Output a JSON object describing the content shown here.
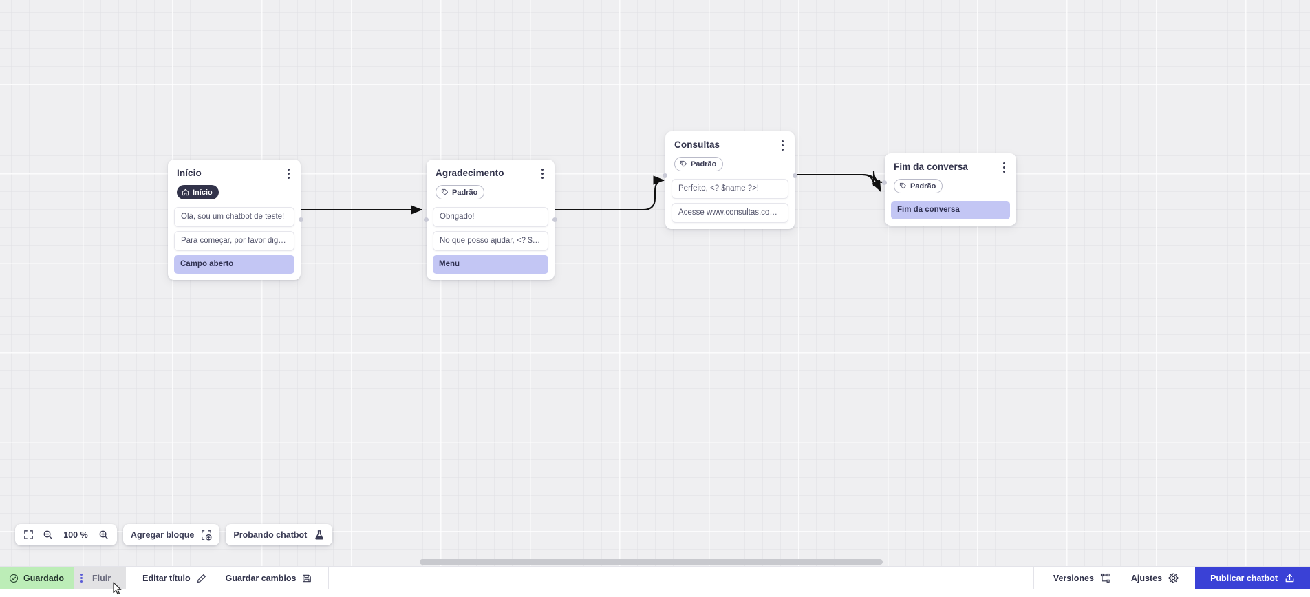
{
  "canvas": {
    "zoom_level": "100 %",
    "nodes": [
      {
        "id": "inicio",
        "title": "Início",
        "badge": {
          "label": "Início",
          "style": "dark",
          "icon": "home-icon"
        },
        "messages": [
          "Olá, sou um chatbot de teste!",
          "Para começar, por favor digite o ..."
        ],
        "chips": [
          "Campo aberto"
        ]
      },
      {
        "id": "agradecimento",
        "title": "Agradecimento",
        "badge": {
          "label": "Padrão",
          "style": "outline",
          "icon": "tag-icon"
        },
        "messages": [
          "Obrigado!",
          "No que posso ajudar, <? $name ..."
        ],
        "chips": [
          "Menu"
        ]
      },
      {
        "id": "consultas",
        "title": "Consultas",
        "badge": {
          "label": "Padrão",
          "style": "outline",
          "icon": "tag-icon"
        },
        "messages": [
          "Perfeito, <? $name ?>!",
          "Acesse www.consultas.com par..."
        ],
        "chips": []
      },
      {
        "id": "fim",
        "title": "Fim da conversa",
        "badge": {
          "label": "Padrão",
          "style": "outline",
          "icon": "tag-icon"
        },
        "messages": [],
        "chips": [
          "Fim da conversa"
        ]
      }
    ]
  },
  "toolbar": {
    "fit_icon": "fit-screen-icon",
    "zoom_out_icon": "zoom-out-icon",
    "zoom_in_icon": "zoom-in-icon",
    "add_block_label": "Agregar bloque",
    "add_block_icon": "add-block-icon",
    "test_chatbot_label": "Probando chatbot",
    "test_chatbot_icon": "flask-icon"
  },
  "bottombar": {
    "saved_label": "Guardado",
    "saved_icon": "check-circle-icon",
    "flow_tab_label": "Fluir",
    "drag_handle_icon": "drag-dots-icon",
    "edit_title_label": "Editar título",
    "edit_title_icon": "pencil-icon",
    "save_changes_label": "Guardar cambios",
    "save_changes_icon": "save-disk-icon",
    "versions_label": "Versiones",
    "versions_icon": "branch-icon",
    "settings_label": "Ajustes",
    "settings_icon": "gear-icon",
    "publish_label": "Publicar chatbot",
    "publish_icon": "upload-icon"
  },
  "colors": {
    "canvas_bg": "#efeff1",
    "accent_blue": "#3a41d6",
    "chip_lavender": "#c3c6f4",
    "badge_dark": "#32334a",
    "saved_green": "#bcedb7"
  }
}
